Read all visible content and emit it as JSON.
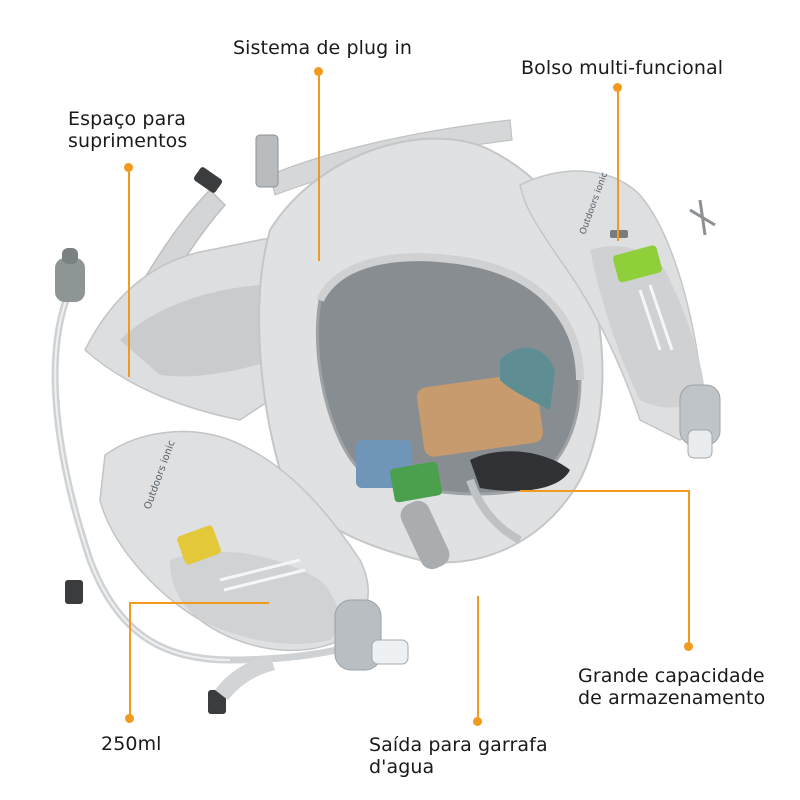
{
  "image": {
    "subject": "running hydration vest opened flat, light grey, with soft flasks and hydration tube",
    "brand_print": "Outdoors ionic"
  },
  "callouts": {
    "plug_in_system": "Sistema de plug in",
    "multi_pocket": "Bolso multi-funcional",
    "supplies_space": "Espaço para\nsuprimentos",
    "flask_250ml": "250ml",
    "large_capacity": "Grande capacidade\nde armazenamento",
    "bottle_outlet": "Saída para garrafa\nd'agua"
  },
  "colors": {
    "accent": "#f29a1f",
    "vest": "#d9dadb",
    "vest_shadow": "#b9babb",
    "inner_mesh": "#7d8287",
    "text": "#1a1a1a",
    "background": "#ffffff"
  }
}
